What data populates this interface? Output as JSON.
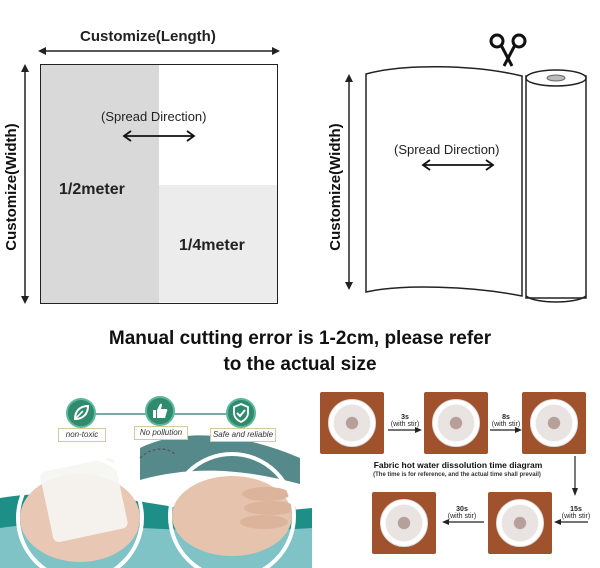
{
  "diagram_square": {
    "length_label": "Customize(Length)",
    "width_label": "Customize(Width)",
    "spread_label": "(Spread Direction)",
    "half_label": "1/2meter",
    "quarter_label": "1/4meter"
  },
  "diagram_roll": {
    "width_label": "Customize(Width)",
    "spread_label": "(Spread Direction)",
    "scissors_icon": "scissors-icon"
  },
  "notice": {
    "line1": "Manual cutting error is 1-2cm, please refer",
    "line2": "to the actual size"
  },
  "features": {
    "items": [
      {
        "label": "non-toxic",
        "icon": "leaf-icon"
      },
      {
        "label": "No pollution",
        "icon": "thumbs-up-icon"
      },
      {
        "label": "Safe and reliable",
        "icon": "shield-check-icon"
      }
    ]
  },
  "dissolution": {
    "title": "Fabric hot water dissolution time diagram",
    "subtitle": "(The time is for reference, and the actual time shall prevail)",
    "steps": [
      {
        "time": "3s",
        "note": "(with stir)"
      },
      {
        "time": "8s",
        "note": "(with stir)"
      },
      {
        "time": "15s",
        "note": "(with stir)"
      },
      {
        "time": "30s",
        "note": "(with stir)"
      }
    ]
  },
  "colors": {
    "badge": "#2f8a6e",
    "photo_background": "#a0522d"
  }
}
